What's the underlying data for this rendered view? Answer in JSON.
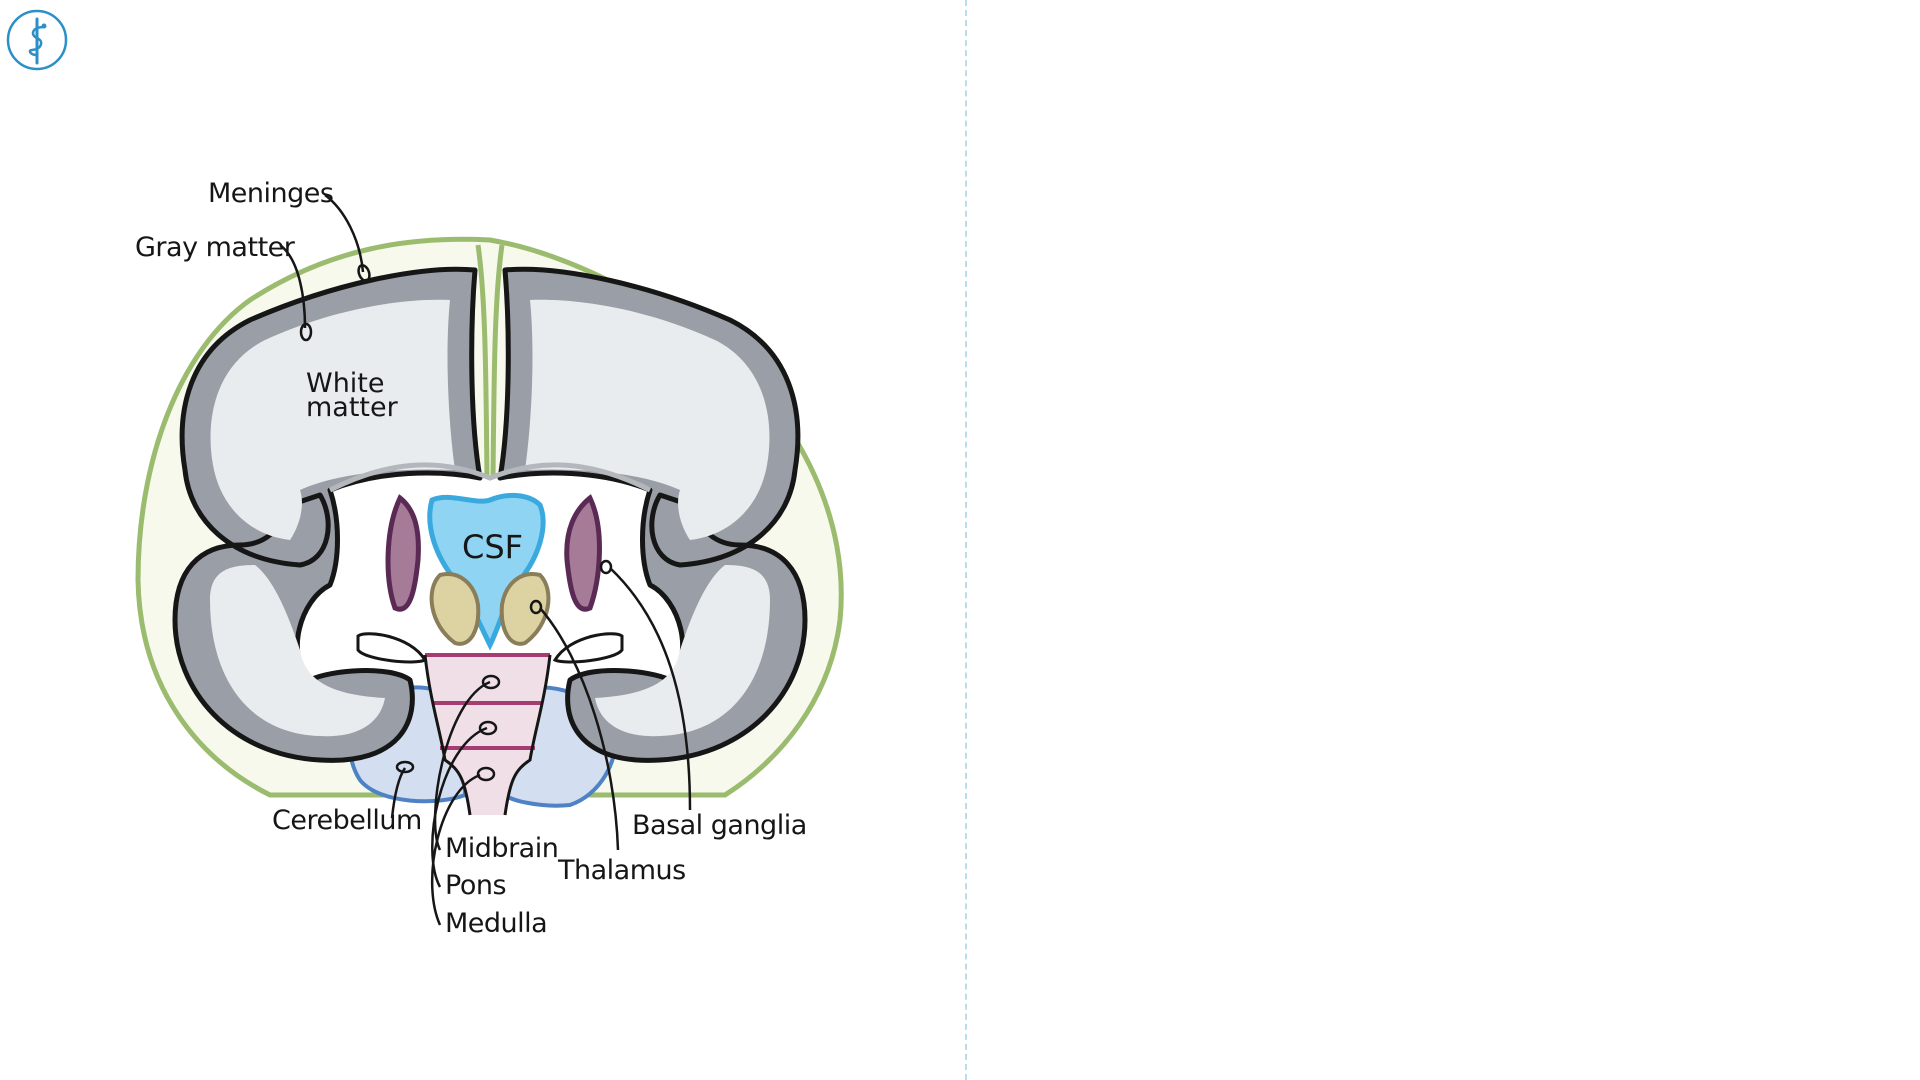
{
  "logo": {
    "icon": "caduceus-icon",
    "color": "#2b8fc8"
  },
  "diagram": {
    "labels": {
      "meninges": "Meninges",
      "gray_matter": "Gray matter",
      "white_matter_line1": "White",
      "white_matter_line2": "matter",
      "csf": "CSF",
      "cerebellum": "Cerebellum",
      "midbrain": "Midbrain",
      "pons": "Pons",
      "medulla": "Medulla",
      "thalamus": "Thalamus",
      "basal_ganglia": "Basal ganglia"
    },
    "colors": {
      "meninges": "#9bbb6e",
      "meninges_fill": "#f6f9ec",
      "gray_matter": "#9a9ea6",
      "white_matter": "#e9ecef",
      "csf": "#8fd4f2",
      "csf_outline": "#3aa9de",
      "basal_ganglia": "#a57b97",
      "basal_ganglia_outline": "#5a2a55",
      "thalamus": "#ddd3a2",
      "thalamus_outline": "#8a7d5a",
      "brainstem": "#f1dfe8",
      "brainstem_lines": "#a63d72",
      "cerebellum": "#d3dff0",
      "cerebellum_outline": "#4f82c4"
    }
  }
}
